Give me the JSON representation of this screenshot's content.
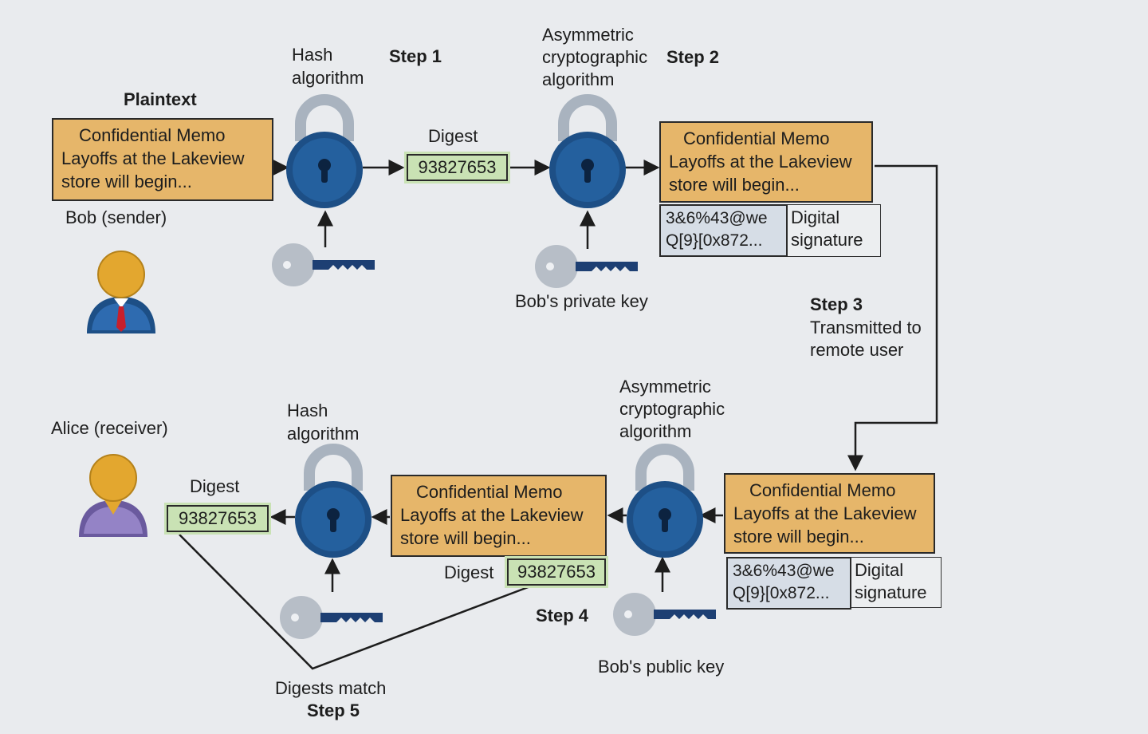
{
  "step1": {
    "hash_label_1": "Hash",
    "hash_label_2": "algorithm",
    "step": "Step 1",
    "plaintext_label": "Plaintext",
    "memo": [
      "Confidential Memo",
      "Layoffs at the Lakeview",
      "store will begin..."
    ],
    "sender": "Bob (sender)",
    "digest_label": "Digest",
    "digest_value": "93827653"
  },
  "step2": {
    "asym_1": "Asymmetric",
    "asym_2": "cryptographic",
    "asym_3": "algorithm",
    "step": "Step 2",
    "memo": [
      "Confidential Memo",
      "Layoffs at the Lakeview",
      "store will begin..."
    ],
    "sig_1": "3&6%43@we",
    "sig_2": "Q[9}[0x872...",
    "sig_label_1": "Digital",
    "sig_label_2": "signature",
    "private_key": "Bob's private key"
  },
  "step3": {
    "step": "Step 3",
    "desc_1": "Transmitted to",
    "desc_2": "remote user"
  },
  "receiver": {
    "name": "Alice (receiver)",
    "hash_label_1": "Hash",
    "hash_label_2": "algorithm",
    "asym_1": "Asymmetric",
    "asym_2": "cryptographic",
    "asym_3": "algorithm",
    "digest_label": "Digest",
    "digest_value": "93827653",
    "memo_mid": [
      "Confidential Memo",
      "Layoffs at the Lakeview",
      "store will begin..."
    ],
    "memo_mid_digest_label": "Digest",
    "memo_mid_digest_value": "93827653",
    "memo_right": [
      "Confidential Memo",
      "Layoffs at the Lakeview",
      "store will begin..."
    ],
    "sig_1": "3&6%43@we",
    "sig_2": "Q[9}[0x872...",
    "sig_label_1": "Digital",
    "sig_label_2": "signature",
    "step4": "Step 4",
    "public_key": "Bob's public key",
    "match": "Digests match",
    "step5": "Step 5"
  },
  "colors": {
    "memo": "#e6b66a",
    "digest": "#c9e2b4",
    "lock_body": "#1d4f86",
    "lock_shackle": "#a9b3bf",
    "key": "#1d3f73"
  }
}
